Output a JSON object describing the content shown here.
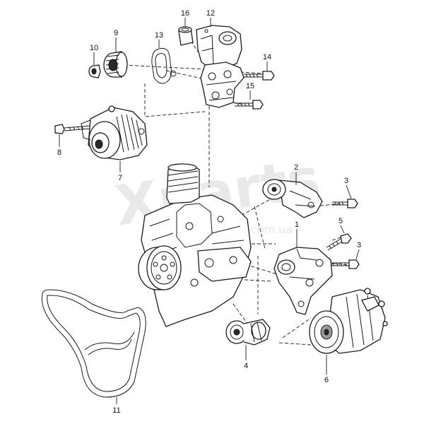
{
  "watermark": {
    "brand": "Xparts",
    "domain": "com.ua"
  },
  "callouts": [
    {
      "id": "1",
      "label": "1"
    },
    {
      "id": "2",
      "label": "2"
    },
    {
      "id": "3a",
      "label": "3"
    },
    {
      "id": "3b",
      "label": "3"
    },
    {
      "id": "4",
      "label": "4"
    },
    {
      "id": "5",
      "label": "5"
    },
    {
      "id": "6",
      "label": "6"
    },
    {
      "id": "7",
      "label": "7"
    },
    {
      "id": "8",
      "label": "8"
    },
    {
      "id": "9",
      "label": "9"
    },
    {
      "id": "10",
      "label": "10"
    },
    {
      "id": "11",
      "label": "11"
    },
    {
      "id": "12",
      "label": "12"
    },
    {
      "id": "13",
      "label": "13"
    },
    {
      "id": "14",
      "label": "14"
    },
    {
      "id": "15",
      "label": "15"
    },
    {
      "id": "16",
      "label": "16"
    }
  ]
}
